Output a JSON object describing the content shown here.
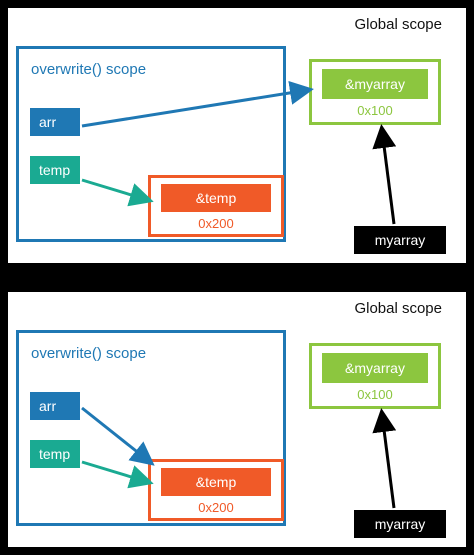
{
  "panels": [
    {
      "global_scope_label": "Global scope",
      "function_scope_label": "overwrite() scope",
      "arr_label": "arr",
      "temp_label": "temp",
      "myarray_ref_label": "&myarray",
      "myarray_address": "0x100",
      "temp_ref_label": "&temp",
      "temp_address": "0x200",
      "global_var_label": "myarray",
      "arr_points_to": "myarray"
    },
    {
      "global_scope_label": "Global scope",
      "function_scope_label": "overwrite() scope",
      "arr_label": "arr",
      "temp_label": "temp",
      "myarray_ref_label": "&myarray",
      "myarray_address": "0x100",
      "temp_ref_label": "&temp",
      "temp_address": "0x200",
      "global_var_label": "myarray",
      "arr_points_to": "temp"
    }
  ],
  "colors": {
    "function_scope": "#1f78b4",
    "arr": "#1f78b4",
    "temp": "#1aaa92",
    "myarray_memory": "#8cc63f",
    "temp_memory": "#f05a28",
    "global_var": "#000000"
  }
}
